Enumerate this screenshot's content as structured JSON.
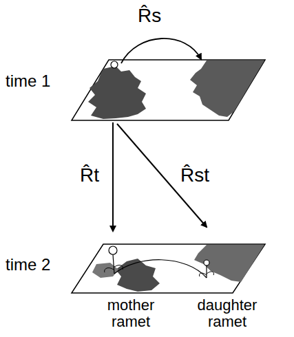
{
  "diagram": {
    "labels": [
      "R̂s",
      "time 1",
      "R̂t",
      "R̂st",
      "time 2",
      "mother ramet",
      "daughter ramet"
    ]
  }
}
